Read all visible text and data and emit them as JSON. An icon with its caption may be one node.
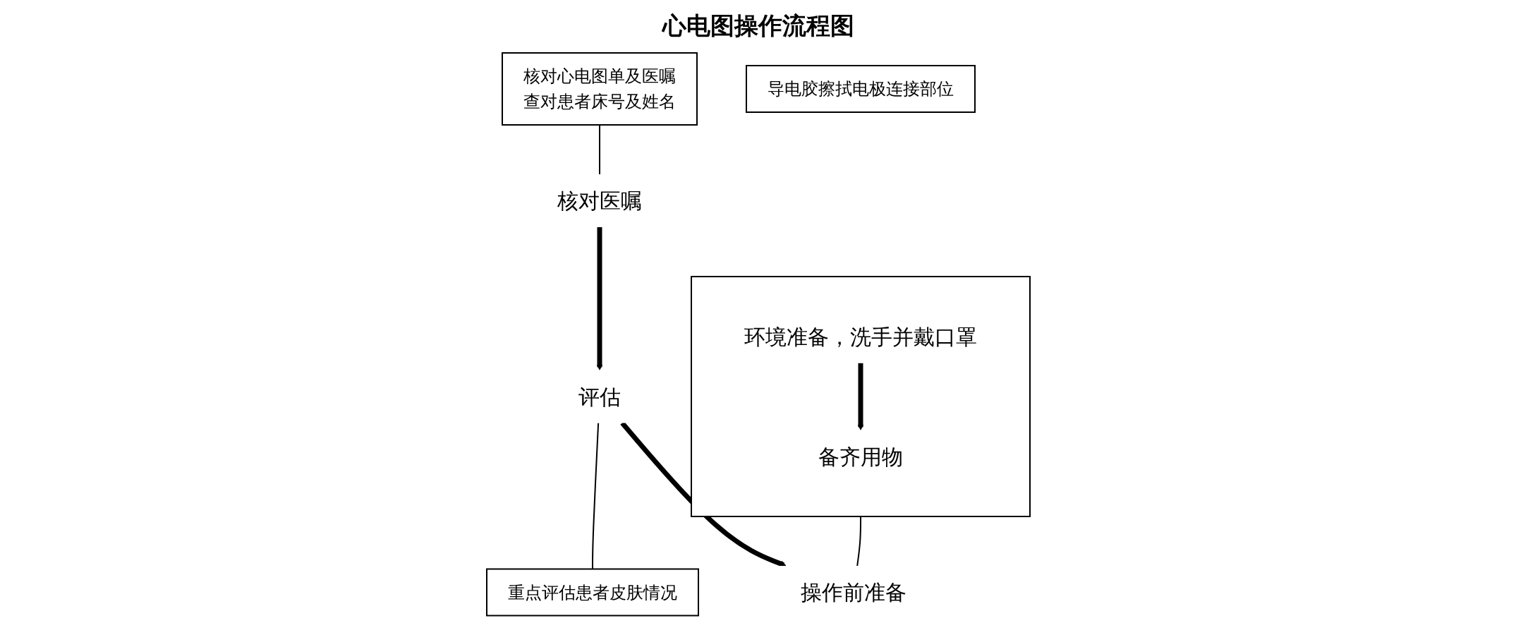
{
  "diagram": {
    "title": "心电图操作流程图",
    "nodes": [
      {
        "text": [
          "核对心电图单及医嘱",
          "查对患者床号及姓名"
        ]
      },
      {
        "text": [
          "核对医嘱"
        ]
      },
      {
        "text": [
          "评估"
        ]
      },
      {
        "text": [
          "重点评估患者皮肤情况"
        ]
      },
      {
        "text": [],
        "shape": "box"
      },
      {
        "text": [
          "环境准备，洗手并戴口罩"
        ],
        "in": 4
      },
      {
        "text": [
          "备齐用物"
        ],
        "in": 4
      },
      {
        "text": [
          "操作前准备"
        ]
      },
      {
        "text": [
          "导电胶擦拭电极连接部位"
        ]
      }
    ],
    "edges": [
      {
        "from": 0,
        "to": 1,
        "arrow": "none"
      },
      {
        "from": 1,
        "to": 2,
        "arrow": "to",
        "style": "thick"
      },
      {
        "from": 2,
        "to": 3,
        "arrow": "none"
      },
      {
        "from": 2,
        "to": 7,
        "arrow": "to",
        "style": "thick"
      },
      {
        "from": 5,
        "to": 6,
        "arrow": "to",
        "style": "thick"
      },
      {
        "from": 4,
        "to": 7,
        "arrow": "none"
      }
    ]
  }
}
